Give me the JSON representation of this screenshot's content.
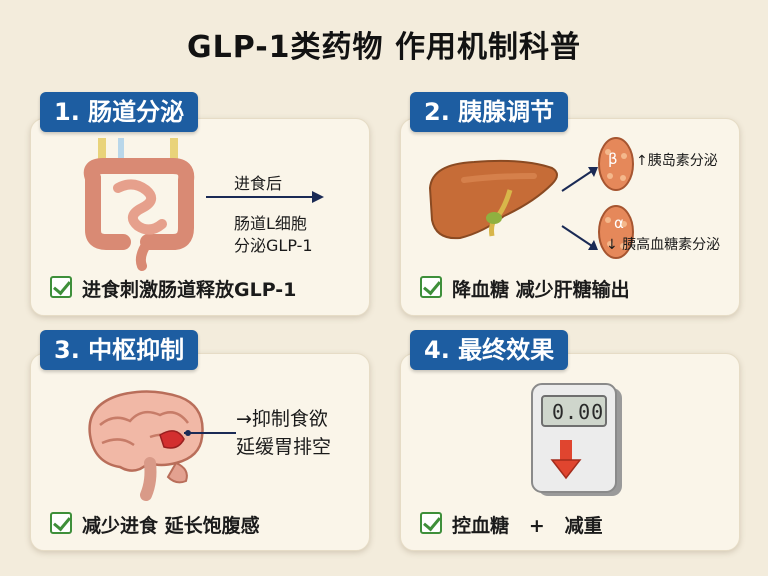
{
  "title": "GLP-1类药物 作用机制科普",
  "panels": [
    {
      "heading": "1. 肠道分泌",
      "caption_line1": "进食后",
      "caption_line2": "肠道L细胞",
      "caption_line3": "分泌GLP-1",
      "summary": "进食刺激肠道释放GLP-1"
    },
    {
      "heading": "2. 胰腺调节",
      "beta_symbol": "β",
      "alpha_symbol": "α",
      "beta_text": "↑胰岛素分泌",
      "alpha_text": "↓ 胰高血糖素分泌",
      "summary": "降血糖  减少肝糖输出"
    },
    {
      "heading": "3. 中枢抑制",
      "caption_line1": "→抑制食欲",
      "caption_line2": "延缓胃排空",
      "summary": "减少进食  延长饱腹感"
    },
    {
      "heading": "4. 最终效果",
      "scale_display": "0.00",
      "summary": "控血糖   +   减重"
    }
  ],
  "icons": {
    "check": "check-box-icon",
    "intestine": "intestine-icon",
    "liver": "liver-icon",
    "pancreas_beta": "beta-cell-icon",
    "pancreas_alpha": "alpha-cell-icon",
    "brain": "brain-icon",
    "scale": "scale-icon"
  },
  "colors": {
    "background": "#f3ecdc",
    "heading_bg": "#1d5da1",
    "check": "#3e8f3a",
    "arrow": "#d73a2a"
  }
}
